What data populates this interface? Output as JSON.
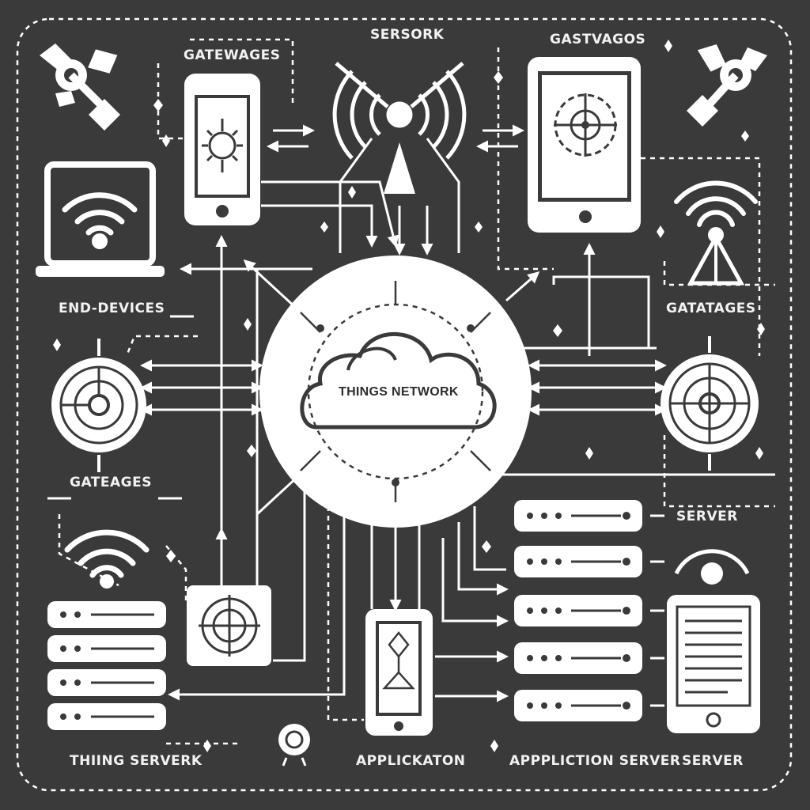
{
  "labels": {
    "top_left": "GATEWAGES",
    "top_center": "SERSORK",
    "top_right": "GASTVAGOS",
    "left_mid": "END-DEVICES",
    "right_mid": "GATATAGES",
    "left_lower": "GATEAGES",
    "right_server": "SERVER",
    "hub": "THINGS NETWORK",
    "bottom_left": "THIING SERVERK",
    "bottom_center": "APPLICKATON",
    "bottom_right_center": "APPPLICTION SERVER",
    "bottom_right": "SERVER"
  },
  "colors": {
    "background": "#3a3a3a",
    "foreground": "#ffffff"
  }
}
